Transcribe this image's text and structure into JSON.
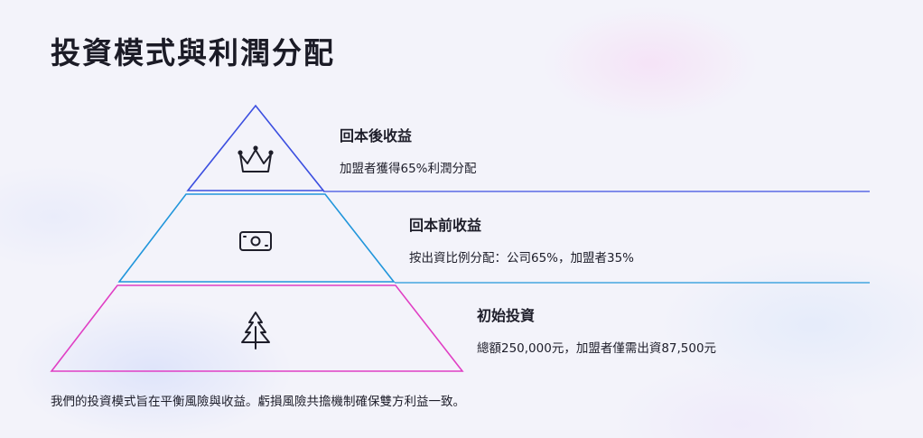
{
  "page": {
    "title": "投資模式與利潤分配",
    "footer": "我們的投資模式旨在平衡風險與收益。虧損風險共擔機制確保雙方利益一致。"
  },
  "pyramid": {
    "tiers": [
      {
        "title": "回本後收益",
        "description": "加盟者獲得65%利潤分配",
        "icon": "crown-icon",
        "color": "#3c4fe0"
      },
      {
        "title": "回本前收益",
        "description": "按出資比例分配：公司65%，加盟者35%",
        "icon": "money-icon",
        "color": "#2196db"
      },
      {
        "title": "初始投資",
        "description": "總額250,000元，加盟者僅需出資87,500元",
        "icon": "tree-icon",
        "color": "#e03fc4"
      }
    ]
  }
}
